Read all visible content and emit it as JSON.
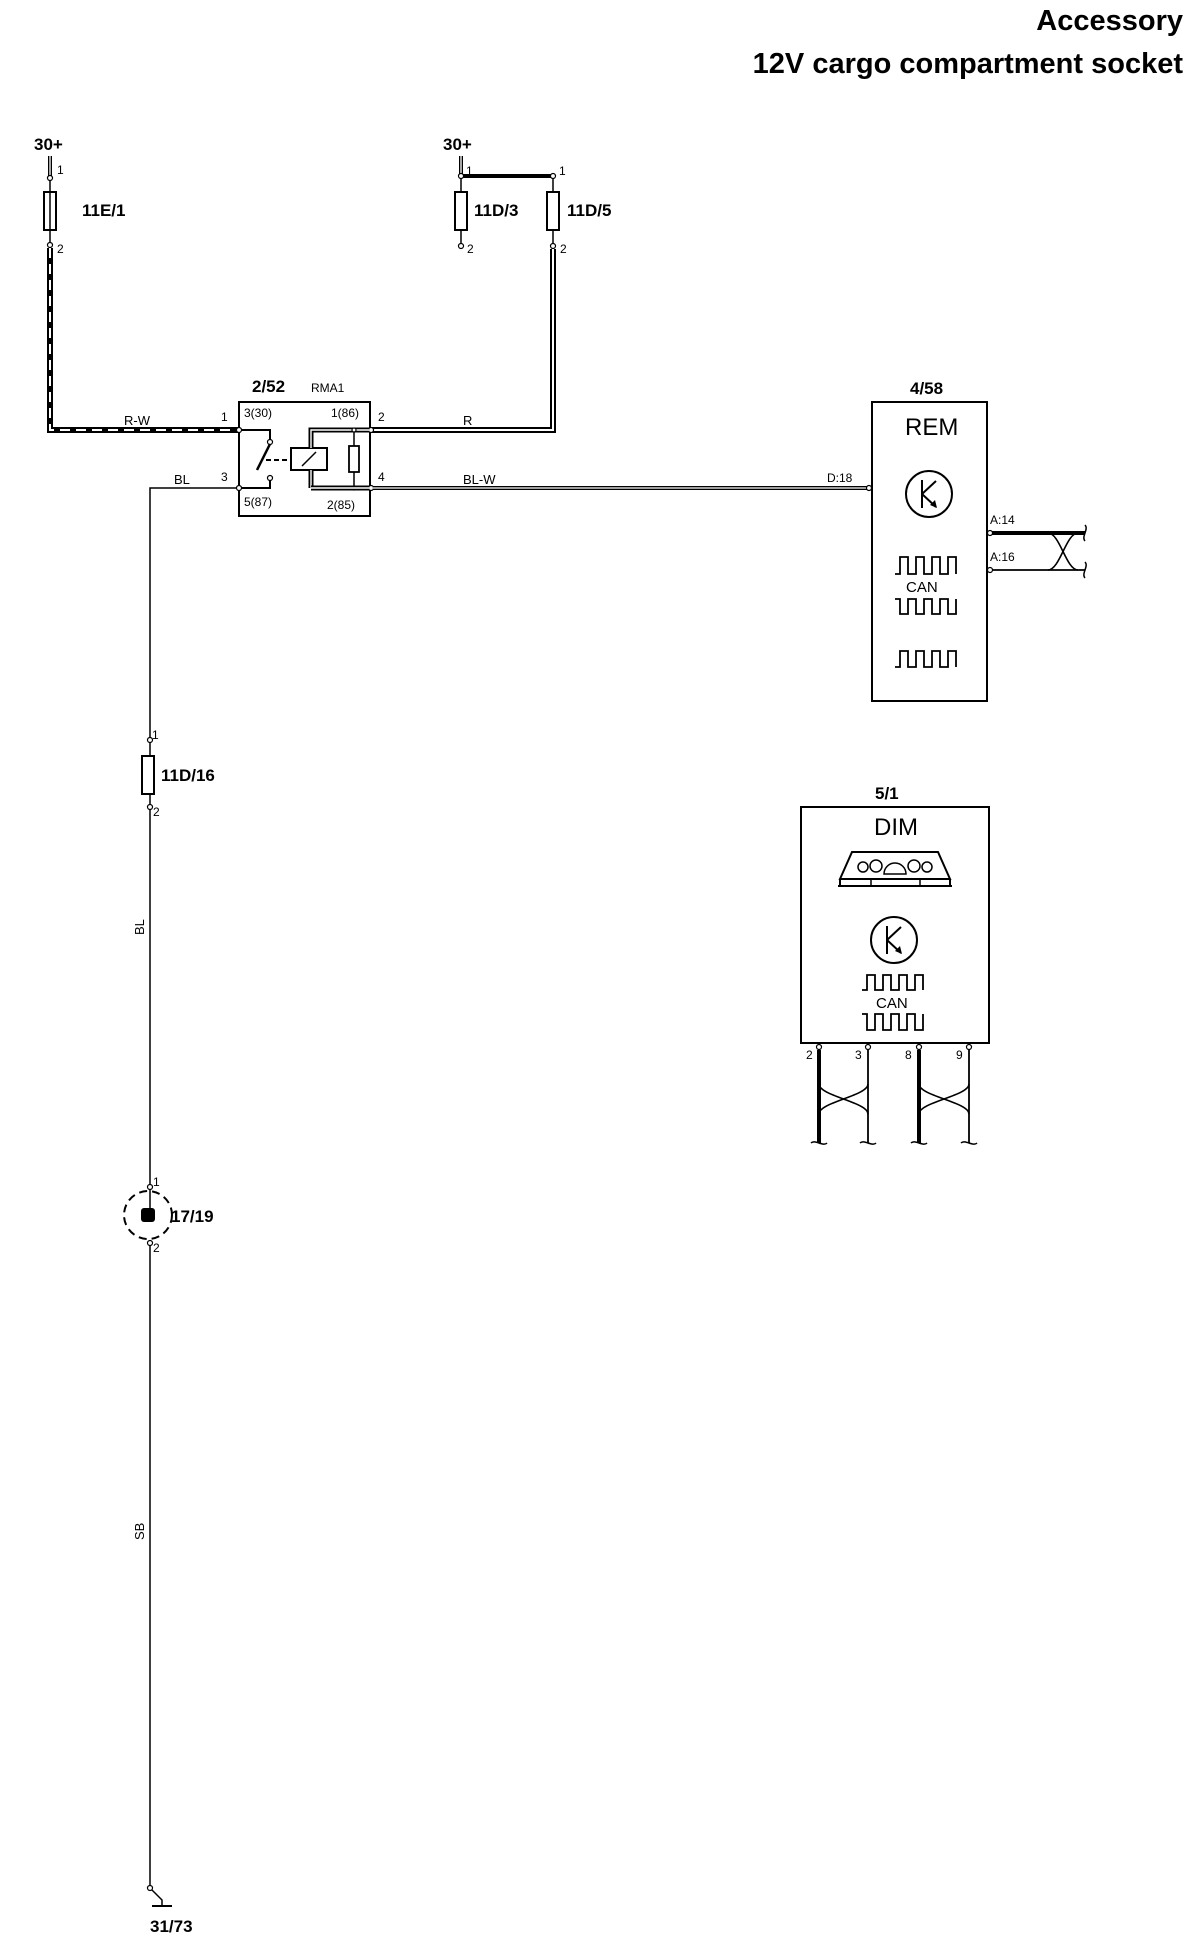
{
  "header": {
    "title": "Accessory",
    "subtitle": "12V cargo compartment socket"
  },
  "supplies": {
    "left": "30+",
    "middle": "30+"
  },
  "fuses": {
    "f1": {
      "name": "11E/1",
      "pin1": "1",
      "pin2": "2"
    },
    "f2": {
      "name": "11D/3",
      "pin1": "1",
      "pin2": "2"
    },
    "f3": {
      "name": "11D/5",
      "pin1": "1",
      "pin2": "2"
    },
    "f4": {
      "name": "11D/16",
      "pin1": "1",
      "pin2": "2"
    }
  },
  "relay": {
    "id": "2/52",
    "name": "RMA1",
    "pin_30": "3(30)",
    "pin_86": "1(86)",
    "pin_87": "5(87)",
    "pin_85": "2(85)",
    "ext_1": "1",
    "ext_2": "2",
    "ext_3": "3",
    "ext_4": "4"
  },
  "wires": {
    "rw": "R-W",
    "r": "R",
    "bl_top": "BL",
    "blw": "BL-W",
    "bl_vertical": "BL",
    "sb": "SB"
  },
  "rem": {
    "id": "4/58",
    "name": "REM",
    "pin_d18": "D:18",
    "pin_a14": "A:14",
    "pin_a16": "A:16",
    "can": "CAN"
  },
  "dim": {
    "id": "5/1",
    "name": "DIM",
    "can": "CAN",
    "pins": [
      "2",
      "3",
      "8",
      "9"
    ]
  },
  "socket": {
    "id": "17/19",
    "pin1": "1",
    "pin2": "2"
  },
  "ground": {
    "id": "31/73"
  }
}
